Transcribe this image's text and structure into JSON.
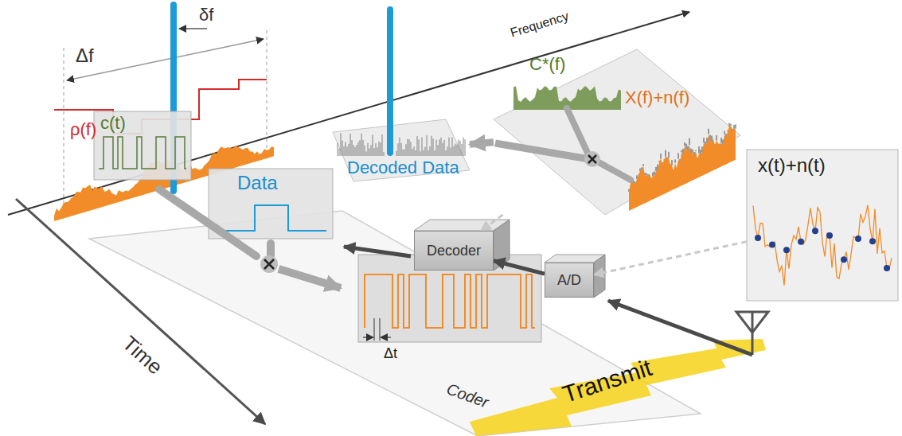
{
  "diagram": {
    "nodes": [
      {
        "text": [
          "c(t)"
        ]
      },
      {
        "text": [
          "Data"
        ]
      },
      {
        "text": [
          "Decoded Data"
        ]
      },
      {
        "text": [
          "C*(f)",
          "X(f)+n(f)"
        ]
      },
      {
        "text": [
          "x(t)+n(t)"
        ]
      },
      {
        "text": [
          "Decoder"
        ]
      },
      {
        "text": [
          "A/D"
        ]
      }
    ],
    "edges": [
      {
        "from": 3,
        "to": 2,
        "arrow": "to"
      },
      {
        "from": 3,
        "to": 5,
        "arrow": "to"
      },
      {
        "from": 4,
        "to": 6,
        "arrow": "to"
      },
      {
        "from": 6,
        "to": 5,
        "arrow": "to"
      }
    ],
    "labels": [
      "Δf",
      "δf",
      "Frequency",
      "ρ(f)",
      "Δt",
      "Time",
      "Coder",
      "Transmit"
    ]
  }
}
